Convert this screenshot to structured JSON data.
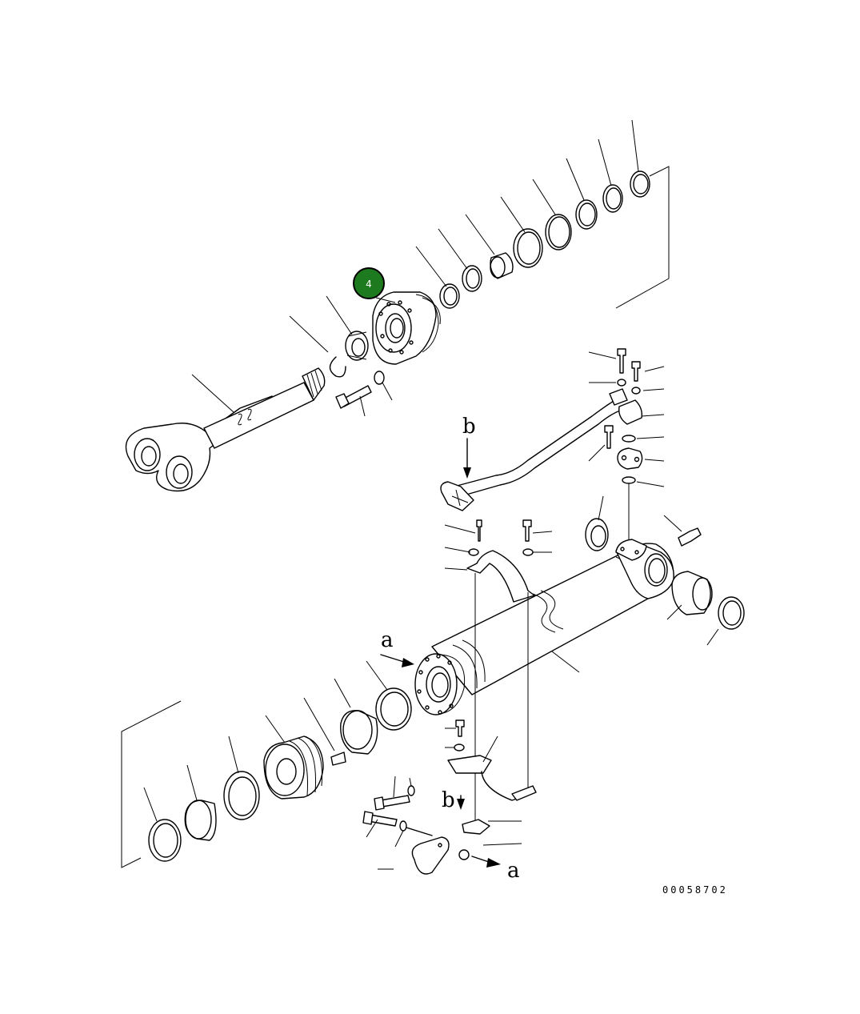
{
  "diagram": {
    "drawing_number": "00058702",
    "callout": {
      "number": "4",
      "color": "#1e7a1e"
    },
    "view_labels": {
      "a": "a",
      "b": "b"
    }
  }
}
